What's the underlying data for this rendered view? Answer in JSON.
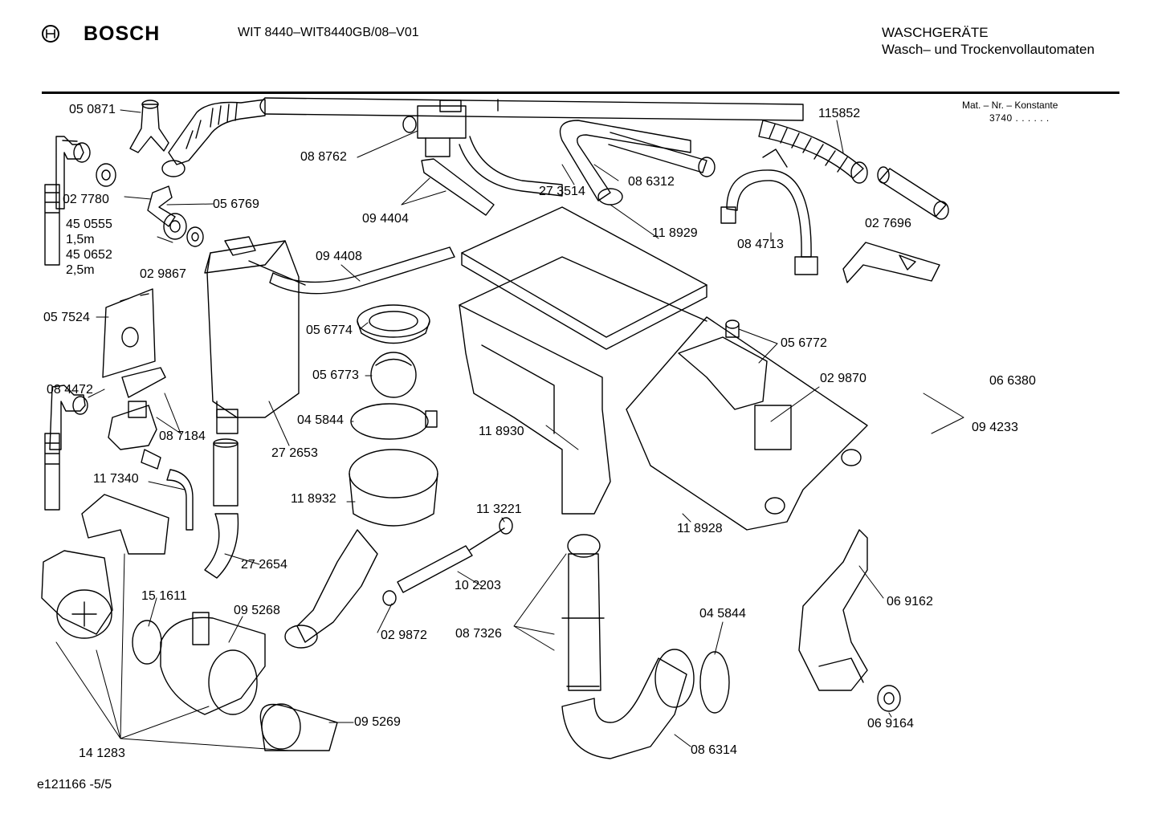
{
  "header": {
    "brand": "BOSCH",
    "model": "WIT 8440–WIT8440GB/08–V01",
    "category": "WASCHGERÄTE",
    "subcategory": "Wasch– und Trockenvollautomaten",
    "mat_label": "Mat. – Nr. – Konstante",
    "mat_value": "3740 . . . . . ."
  },
  "parts": [
    "05 0871",
    "02 7780",
    "05 6769",
    "45 0555",
    "1,5m",
    "45 0652",
    "2,5m",
    "02 9867",
    "08 8762",
    "09 4404",
    "27 3514",
    "08 6312",
    "115852",
    "08 4713",
    "02 7696",
    "11 8929",
    "09 4408",
    "05 7524",
    "05 6774",
    "05 6773",
    "04 5844",
    "05 6772",
    "02 9870",
    "06 6380",
    "09 4233",
    "08 4472",
    "08 7184",
    "27 2653",
    "11 8930",
    "11 7340",
    "11 8932",
    "11 3221",
    "11 8928",
    "27 2654",
    "10 2203",
    "15 1611",
    "09 5268",
    "02 9872",
    "08 7326",
    "04 5844",
    "06 9162",
    "09 5269",
    "08 6314",
    "06 9164",
    "14 1283"
  ],
  "footer": {
    "ref": "e121166 -5/5"
  }
}
